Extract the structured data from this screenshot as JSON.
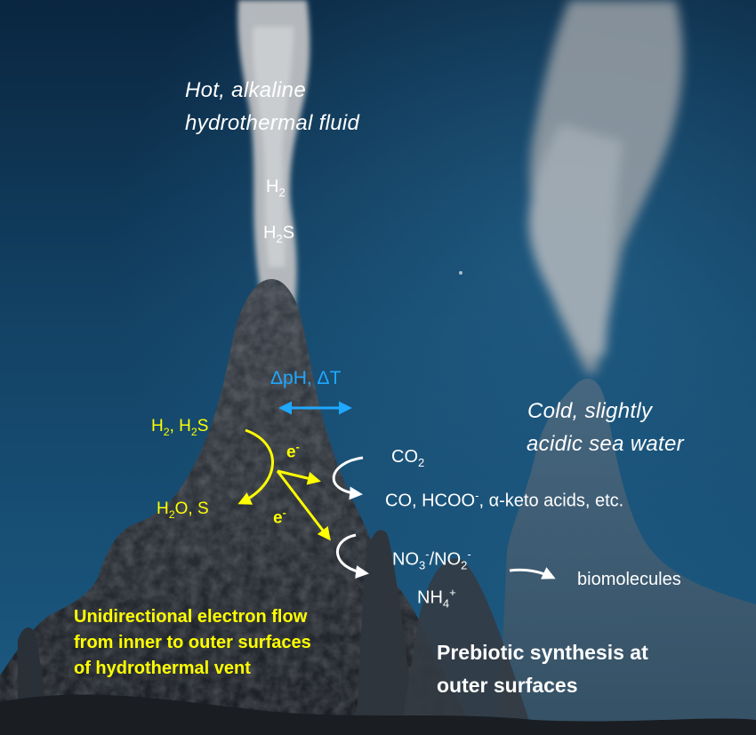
{
  "labels": {
    "hot_fluid_line1": "Hot, alkaline",
    "hot_fluid_line2": "hydrothermal fluid",
    "h2_top": "H",
    "h2_top_sub": "2",
    "h2s_top": "H",
    "h2s_top_sub": "2",
    "h2s_top_tail": "S",
    "gradient": "ΔpH, ΔT",
    "cold_water_line1": "Cold, slightly",
    "cold_water_line2": "acidic sea water",
    "donors_a": "H",
    "donors_a_sub": "2",
    "donors_b": ", H",
    "donors_b_sub": "2",
    "donors_c": "S",
    "products_a": "H",
    "products_a_sub": "2",
    "products_b": "O, S",
    "electron": "e",
    "electron_sup": "-",
    "co2": "CO",
    "co2_sub": "2",
    "co_products_a": "CO, HCOO",
    "co_products_sup": "-",
    "co_products_b": ", α-keto acids, etc.",
    "no3_a": "NO",
    "no3_sub": "3",
    "no3_sup": "-",
    "no3_b": "/NO",
    "no2_sub": "2",
    "no2_sup": "-",
    "nh4": "NH",
    "nh4_sub": "4",
    "nh4_sup": "+",
    "biomolecules": "biomolecules",
    "electron_flow_line1": "Unidirectional electron flow",
    "electron_flow_line2": "from inner to outer surfaces",
    "electron_flow_line3": "of hydrothermal  vent",
    "prebiotic_line1": "Prebiotic synthesis at",
    "prebiotic_line2": "outer surfaces"
  },
  "colors": {
    "sea_top": "#0b2a44",
    "sea_mid": "#14466a",
    "sea_bottom": "#1b5880",
    "rock_dark": "#1f252c",
    "rock_mid": "#4a5058",
    "smoke": "#b8bcc0",
    "yellow": "#ffff00",
    "blue": "#1ea8ff",
    "white": "#ffffff"
  }
}
